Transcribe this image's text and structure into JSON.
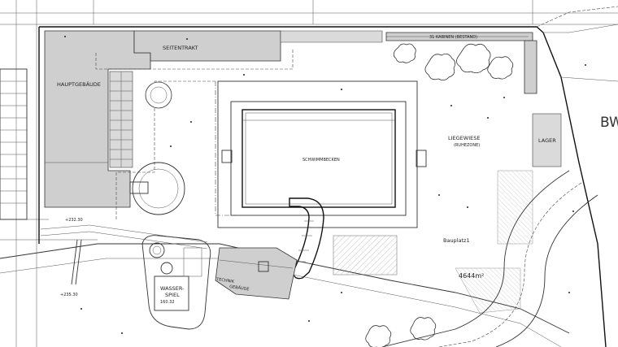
{
  "labels": {
    "seitentrakt": "SEITENTRAKT",
    "hauptgebaeude": "HAUPTGEBÄUDE",
    "kabinen": "31 KABINEN (BESTAND)",
    "schwimmbecken": "SCHWIMMBECKEN",
    "liegewiese": "LIEGEWIESE",
    "ruhezone": "(RUHEZONE)",
    "lager": "LAGER",
    "bw": "BW",
    "bauplatz": "Bauplatz1",
    "area": "4644m²",
    "wasserspiel_1": "WASSER-",
    "wasserspiel_2": "SPIEL",
    "technik_1": "TECHNIK",
    "technik_2": "GEBÄUDE",
    "elev_1": "+232.30",
    "elev_2": "+235.30",
    "elev_3": "160.32"
  },
  "colors": {
    "line": "#333333",
    "fill_grey": "#cfcfcf",
    "background": "#ffffff"
  }
}
